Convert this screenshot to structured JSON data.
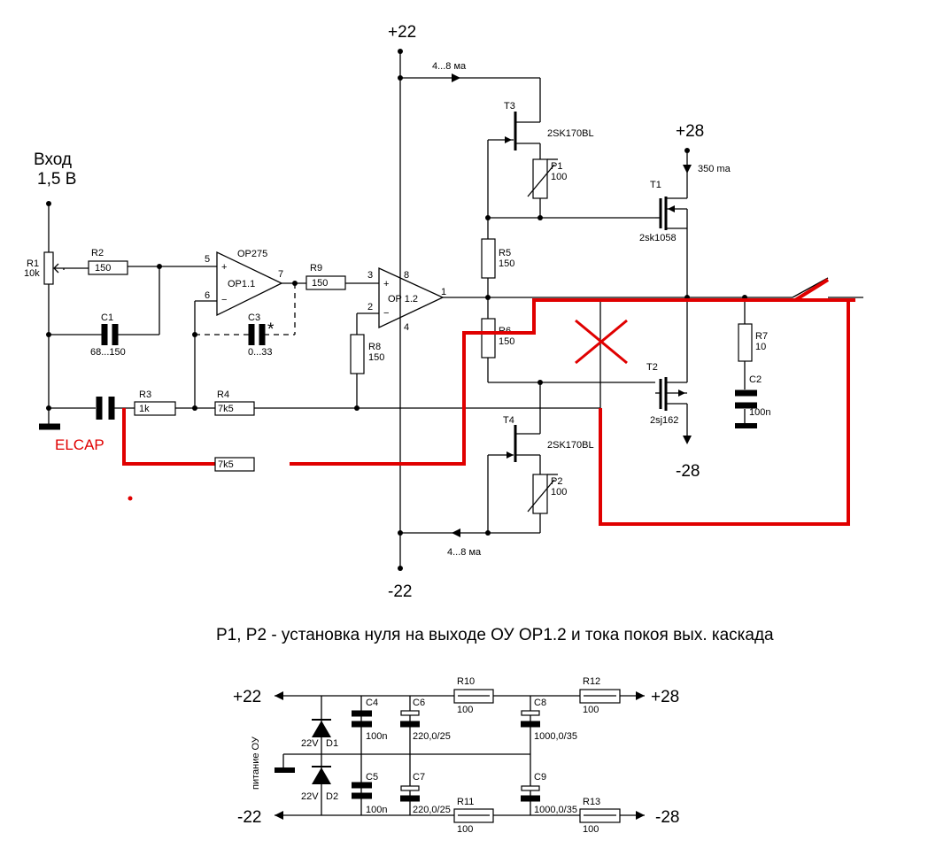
{
  "labels": {
    "input_title": "Вход",
    "input_level": "1,5 В",
    "r1_name": "R1",
    "r1_value": "10k",
    "r2_name": "R2",
    "r2_value": "150",
    "c1_name": "C1",
    "c1_value": "68...150",
    "op275": "OP275",
    "op11": "OP1.1",
    "op12": "OP 1.2",
    "pin5": "5",
    "pin6": "6",
    "pin7": "7",
    "pin3": "3",
    "pin2": "2",
    "pin8": "8",
    "pin4": "4",
    "pin1": "1",
    "plus": "+",
    "minus": "−",
    "r9_name": "R9",
    "r9_value": "150",
    "c3_name": "C3",
    "c3_value": "0...33",
    "c3_star": "*",
    "r8_name": "R8",
    "r8_value": "150",
    "r3_name": "R3",
    "r3_value": "1k",
    "r4_name": "R4",
    "r4_value": "7k5",
    "r_extra_value": "7k5",
    "elcap": "ELCAP",
    "vplus22": "+22",
    "vminus22": "-22",
    "current_top": "4...8 ма",
    "current_bottom": "4...8 ма",
    "t3_name": "T3",
    "t3_type": "2SK170BL",
    "p1_name": "P1",
    "p1_value": "100",
    "t4_name": "T4",
    "t4_type": "2SK170BL",
    "p2_name": "P2",
    "p2_value": "100",
    "r5_name": "R5",
    "r5_value": "150",
    "r6_name": "R6",
    "r6_value": "150",
    "vplus28": "+28",
    "vminus28": "-28",
    "current_out": "350 ma",
    "t1_name": "T1",
    "t1_type": "2sk1058",
    "t2_name": "T2",
    "t2_type": "2sj162",
    "r7_name": "R7",
    "r7_value": "10",
    "c2_name": "C2",
    "c2_value": "100n",
    "note": "P1, P2 - установка нуля на выходе ОУ OP1.2 и тока покоя  вых. каскада",
    "supply_title": "питание ОУ",
    "ps_plus22": "+22",
    "ps_minus22": "-22",
    "ps_plus28": "+28",
    "ps_minus28": "-28",
    "d1_name": "D1",
    "d1_value": "22V",
    "d2_name": "D2",
    "d2_value": "22V",
    "c4_name": "C4",
    "c4_value": "100n",
    "c5_name": "C5",
    "c5_value": "100n",
    "c6_name": "C6",
    "c6_value": "220,0/25",
    "c7_name": "C7",
    "c7_value": "220,0/25",
    "c8_name": "C8",
    "c8_value": "1000,0/35",
    "c9_name": "C9",
    "c9_value": "1000,0/35",
    "r10_name": "R10",
    "r10_value": "100",
    "r11_name": "R11",
    "r11_value": "100",
    "r12_name": "R12",
    "r12_value": "100",
    "r13_name": "R13",
    "r13_value": "100"
  },
  "colors": {
    "wire": "#000000",
    "annotation": "#e00000",
    "background": "#ffffff"
  }
}
